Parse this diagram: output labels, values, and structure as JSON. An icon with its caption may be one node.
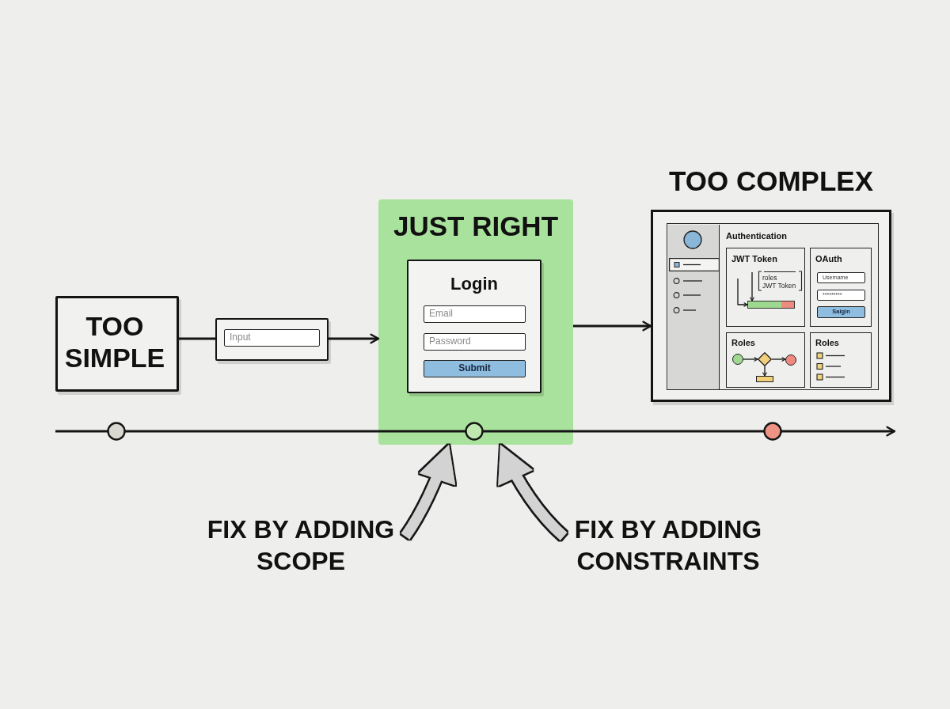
{
  "diagram": {
    "nodes": [
      {
        "text": [
          "TOO SIMPLE"
        ]
      },
      {
        "text": [
          "Input"
        ]
      },
      {
        "text": [
          "JUST RIGHT"
        ]
      },
      {
        "text": [
          "Login",
          "Email",
          "Password",
          "Submit"
        ],
        "in": 2
      },
      {
        "text": [
          "TOO COMPLEX"
        ]
      },
      {
        "text": [
          "Authentication"
        ],
        "in": 4
      },
      {
        "text": [
          "JWT Token",
          "roles",
          "JWT Token"
        ],
        "in": 5
      },
      {
        "text": [
          "OAuth",
          "Username",
          "*********",
          "Saigin"
        ],
        "in": 5
      },
      {
        "text": [
          "Roles"
        ],
        "in": 5
      },
      {
        "text": [
          "Roles"
        ],
        "in": 5
      },
      {
        "text": [],
        "shape": "bar",
        "in": 6
      },
      {
        "text": [],
        "shape": "circle",
        "in": 8
      },
      {
        "text": [],
        "shape": "diamond",
        "in": 8
      },
      {
        "text": [],
        "shape": "circle",
        "in": 8
      },
      {
        "text": [],
        "shape": "box",
        "in": 8
      },
      {
        "text": [
          "FIX BY ADDING SCOPE"
        ]
      },
      {
        "text": [
          "FIX BY ADDING CONSTRAINTS"
        ]
      }
    ],
    "edges": [
      {
        "from": 0,
        "to": 1,
        "arrow": "none"
      },
      {
        "from": 1,
        "to": 2,
        "arrow": "to"
      },
      {
        "from": 2,
        "to": 4,
        "arrow": "to"
      },
      {
        "from": null,
        "to": 10,
        "arrow": "to"
      },
      {
        "from": null,
        "to": 10,
        "arrow": "to"
      },
      {
        "from": 11,
        "to": 12,
        "arrow": "to"
      },
      {
        "from": 12,
        "to": 13,
        "arrow": "to"
      },
      {
        "from": 12,
        "to": 14,
        "arrow": "to"
      },
      {
        "from": 15,
        "to": 2,
        "arrow": "to",
        "style": "thick",
        "color": "#d3d3d3"
      },
      {
        "from": 16,
        "to": 2,
        "arrow": "to",
        "style": "thick",
        "color": "#d3d3d3"
      }
    ]
  }
}
